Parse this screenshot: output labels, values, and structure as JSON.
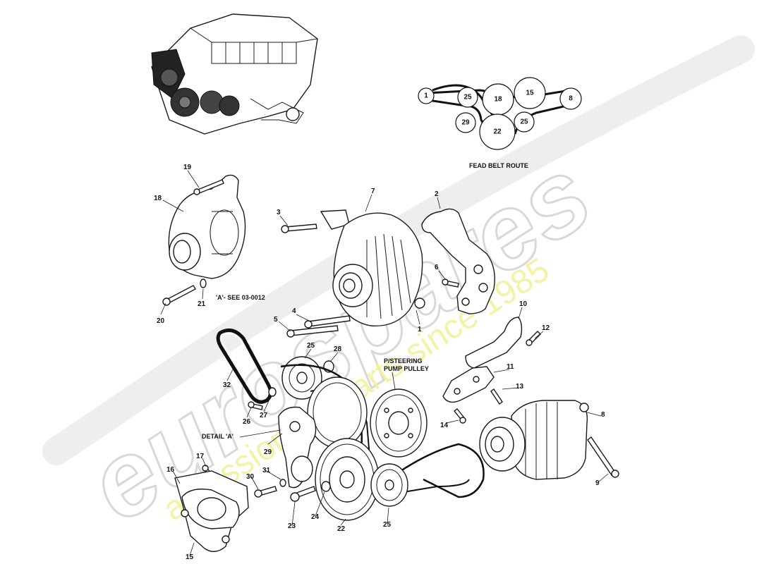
{
  "diagram": {
    "belt_route_title": "FEAD BELT ROUTE",
    "belt_route_nodes": [
      "1",
      "25",
      "18",
      "15",
      "8",
      "29",
      "22",
      "25"
    ],
    "notes": {
      "see_ref": "'A'- SEE 03-0012",
      "detail_a": "DETAIL 'A'",
      "ps_pulley_line1": "P/STEERING",
      "ps_pulley_line2": "PUMP PULLEY"
    },
    "callouts": [
      "19",
      "18",
      "3",
      "7",
      "2",
      "6",
      "20",
      "21",
      "1",
      "4",
      "5",
      "10",
      "12",
      "25",
      "28",
      "11",
      "13",
      "32",
      "26",
      "27",
      "14",
      "8",
      "29",
      "17",
      "16",
      "31",
      "30",
      "9",
      "23",
      "24",
      "22",
      "25",
      "15"
    ]
  },
  "watermark": {
    "brand": "eurospares",
    "tagline": "a passion for parts since 1985"
  }
}
